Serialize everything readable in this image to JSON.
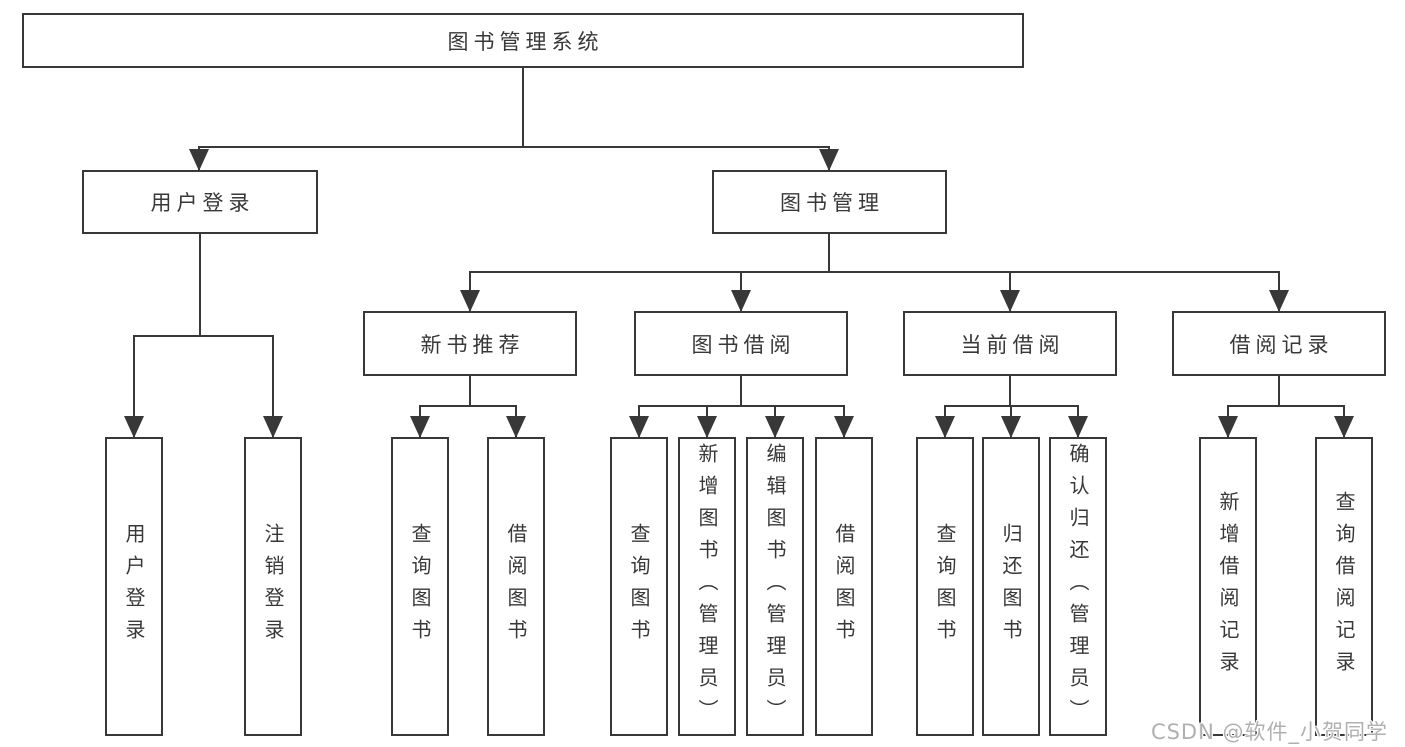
{
  "diagram": {
    "root": {
      "label": "图书管理系统",
      "children": [
        {
          "label": "用户登录",
          "children": [
            {
              "label": "用户登录"
            },
            {
              "label": "注销登录"
            }
          ]
        },
        {
          "label": "图书管理",
          "children": [
            {
              "label": "新书推荐",
              "children": [
                {
                  "label": "查询图书"
                },
                {
                  "label": "借阅图书"
                }
              ]
            },
            {
              "label": "图书借阅",
              "children": [
                {
                  "label": "查询图书"
                },
                {
                  "label": "新增图书（管理员）"
                },
                {
                  "label": "编辑图书（管理员）"
                },
                {
                  "label": "借阅图书"
                }
              ]
            },
            {
              "label": "当前借阅",
              "children": [
                {
                  "label": "查询图书"
                },
                {
                  "label": "归还图书"
                },
                {
                  "label": "确认归还（管理员）"
                }
              ]
            },
            {
              "label": "借阅记录",
              "children": [
                {
                  "label": "新增借阅记录"
                },
                {
                  "label": "查询借阅记录"
                }
              ]
            }
          ]
        }
      ]
    }
  },
  "watermark": {
    "text": "CSDN @软件_小贺同学"
  },
  "colors": {
    "line": "#383838",
    "text": "#383838",
    "background": "#ffffff",
    "watermark": "#b0b0b0"
  }
}
